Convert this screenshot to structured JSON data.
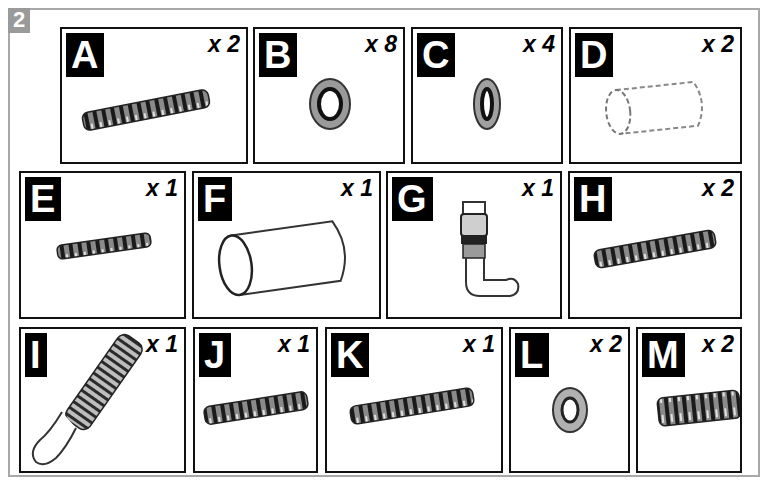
{
  "diagram": {
    "nodes": [
      {
        "text": [
          "2"
        ]
      },
      {
        "text": [
          "A",
          "x 2"
        ],
        "in": 0
      },
      {
        "text": [
          "B",
          "x 8"
        ],
        "in": 0
      },
      {
        "text": [
          "C",
          "x 4"
        ],
        "in": 0
      },
      {
        "text": [
          "D",
          "x 2"
        ],
        "in": 0
      },
      {
        "text": [
          "E",
          "x 1"
        ],
        "in": 0
      },
      {
        "text": [
          "F",
          "x 1"
        ],
        "in": 0
      },
      {
        "text": [
          "G",
          "x 1"
        ],
        "in": 0
      },
      {
        "text": [
          "H",
          "x 2"
        ],
        "in": 0
      },
      {
        "text": [
          "I",
          "x 1"
        ],
        "in": 0
      },
      {
        "text": [
          "J",
          "x 1"
        ],
        "in": 0
      },
      {
        "text": [
          "K",
          "x 1"
        ],
        "in": 0
      },
      {
        "text": [
          "L",
          "x 2"
        ],
        "in": 0
      },
      {
        "text": [
          "M",
          "x 2"
        ],
        "in": 0
      }
    ]
  }
}
